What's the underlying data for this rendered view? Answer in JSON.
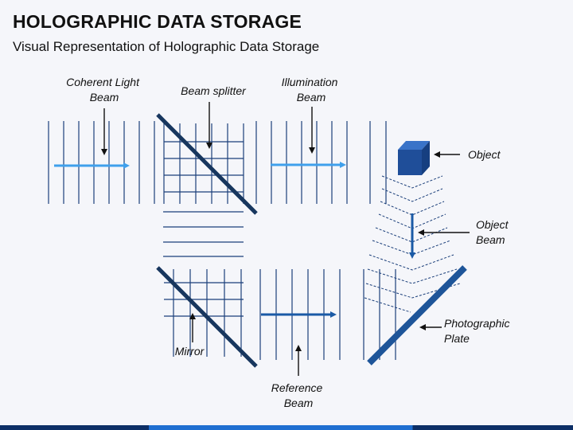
{
  "title": "HOLOGRAPHIC DATA STORAGE",
  "subtitle": "Visual Representation of Holographic Data Storage",
  "labels": {
    "coherent_light_beam": [
      "Coherent Light",
      "Beam"
    ],
    "beam_splitter": [
      "Beam splitter"
    ],
    "illumination_beam": [
      "Illumination",
      "Beam"
    ],
    "object": [
      "Object"
    ],
    "object_beam": [
      "Object",
      "Beam"
    ],
    "photographic_plate": [
      "Photographic",
      "Plate"
    ],
    "reference_beam": [
      "Reference",
      "Beam"
    ],
    "mirror": [
      "Mirror"
    ]
  },
  "colors": {
    "wave_lines": "#1b3f7a",
    "light_arrow": "#3fa0ec",
    "dark_arrow": "#1a5aa6",
    "optics": "#17365e",
    "plate": "#1e5599",
    "cube_front": "#1f4e99",
    "cube_top": "#3973c8",
    "cube_side": "#163f80"
  }
}
